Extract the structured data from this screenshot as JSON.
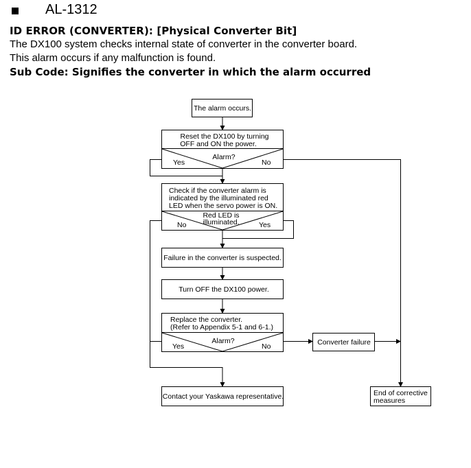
{
  "header": {
    "alarm_code": "AL-1312"
  },
  "description": {
    "title": "ID ERROR (CONVERTER): [Physical Converter Bit]",
    "line1": "The DX100 system checks internal state of converter in the converter board.",
    "line2": "This alarm occurs if any malfunction is found.",
    "sub_code": "Sub Code: Signifies the converter in which the alarm occurred"
  },
  "flowchart": {
    "start": "The alarm occurs.",
    "reset_line1": "Reset the DX100 by turning",
    "reset_line2": "OFF and ON the power.",
    "decision1": "Alarm?",
    "decision1_yes": "Yes",
    "decision1_no": "No",
    "check_line1": "Check if the converter alarm is",
    "check_line2": "indicated by the illuminated red",
    "check_line3": "LED when the servo power is ON.",
    "decision2_line1": "Red LED is",
    "decision2_line2": "illuminated.",
    "decision2_no": "No",
    "decision2_yes": "Yes",
    "suspected": "Failure in the converter is suspected.",
    "turn_off": "Turn OFF the DX100 power.",
    "replace_line1": "Replace the converter.",
    "replace_line2": "(Refer to Appendix 5-1 and 6-1.)",
    "decision3": "Alarm?",
    "decision3_yes": "Yes",
    "decision3_no": "No",
    "converter_failure": "Converter failure",
    "contact": "Contact your Yaskawa representative.",
    "end_line1": "End of corrective",
    "end_line2": "measures"
  }
}
